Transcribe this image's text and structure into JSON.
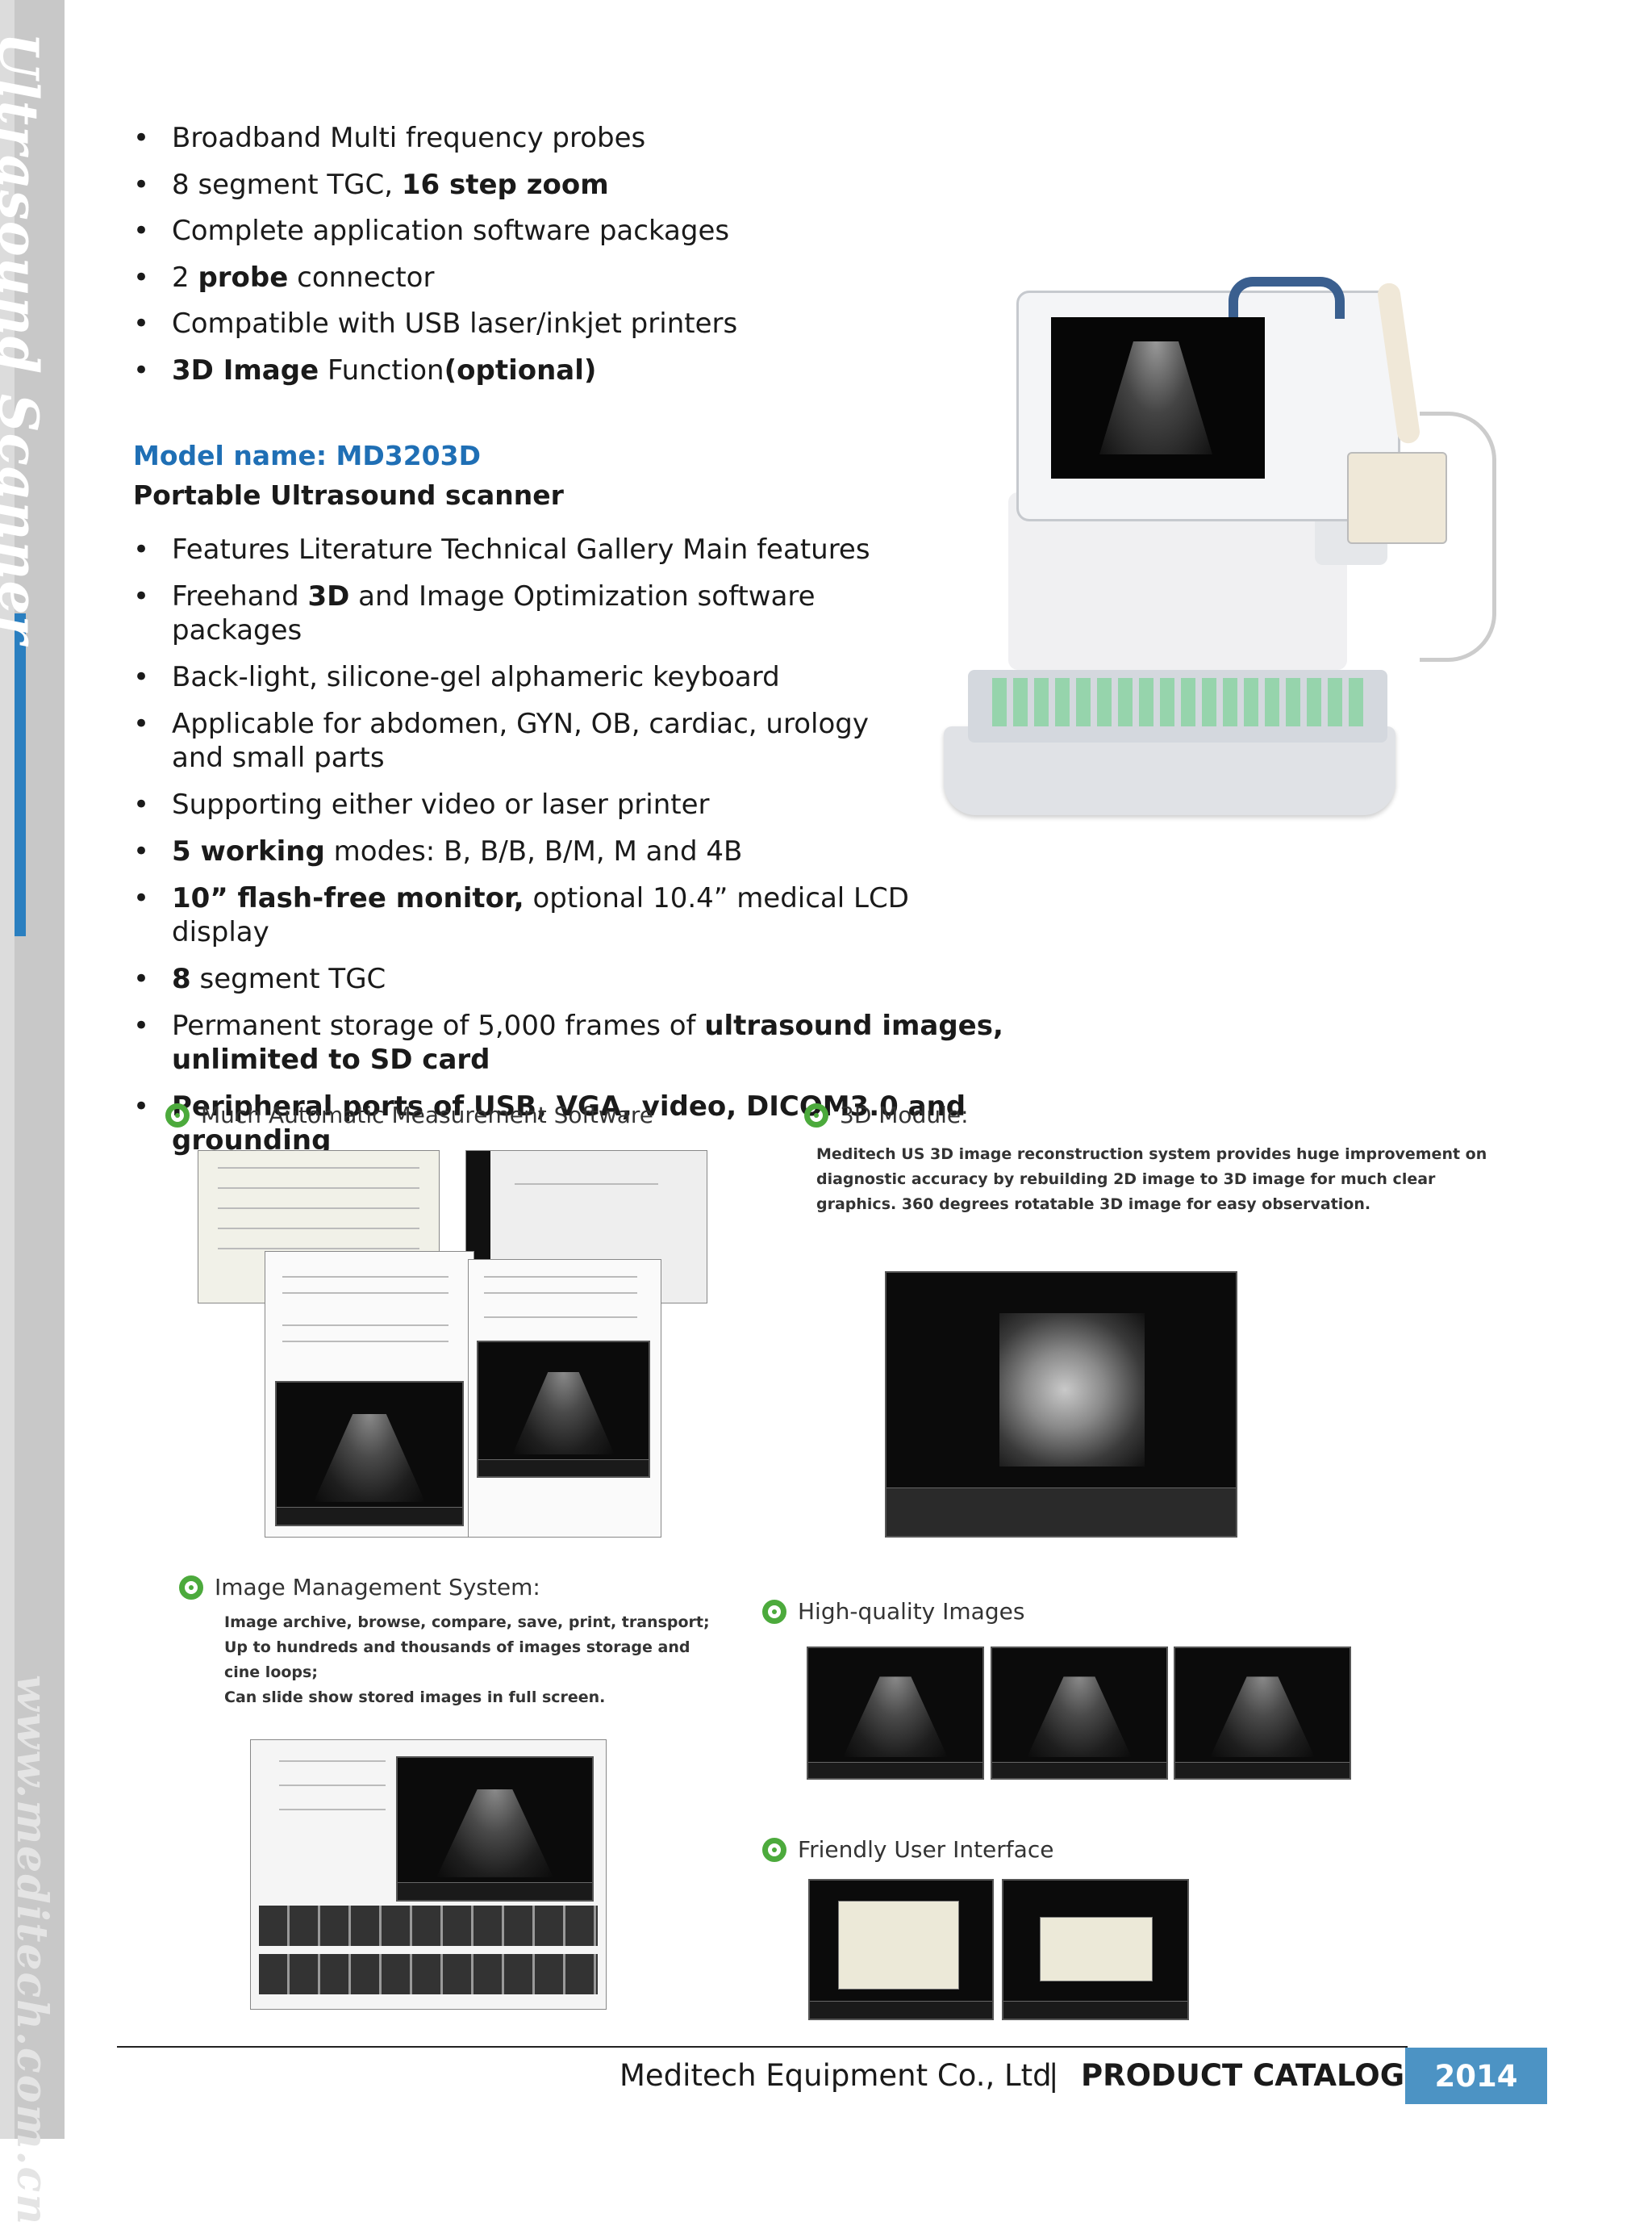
{
  "sidebar": {
    "title": "Ultrasound Scanner",
    "url": "www.meditech.com.cn"
  },
  "features_top": [
    {
      "segments": [
        {
          "text": "Broadband Multi frequency probes",
          "bold": false
        }
      ]
    },
    {
      "segments": [
        {
          "text": "8 segment TGC, ",
          "bold": false
        },
        {
          "text": "16 step zoom",
          "bold": true
        }
      ]
    },
    {
      "segments": [
        {
          "text": "Complete application software packages",
          "bold": false
        }
      ]
    },
    {
      "segments": [
        {
          "text": "2 ",
          "bold": false
        },
        {
          "text": "probe",
          "bold": true
        },
        {
          "text": " connector",
          "bold": false
        }
      ]
    },
    {
      "segments": [
        {
          "text": "Compatible with USB laser/inkjet printers",
          "bold": false
        }
      ]
    },
    {
      "segments": [
        {
          "text": "3D Image",
          "bold": true
        },
        {
          "text": " Function",
          "bold": false
        },
        {
          "text": "(optional)",
          "bold": true
        }
      ]
    }
  ],
  "model": {
    "name": "Model name: MD3203D",
    "subtitle": "Portable Ultrasound scanner"
  },
  "features_main": [
    {
      "segments": [
        {
          "text": "Features Literature Technical Gallery Main features",
          "bold": false
        }
      ]
    },
    {
      "segments": [
        {
          "text": "Freehand ",
          "bold": false
        },
        {
          "text": "3D",
          "bold": true
        },
        {
          "text": " and Image Optimization software",
          "bold": false
        },
        {
          "text": "packages",
          "bold": false,
          "br": true
        }
      ]
    },
    {
      "segments": [
        {
          "text": "Back-light, silicone-gel alphameric keyboard",
          "bold": false
        }
      ]
    },
    {
      "segments": [
        {
          "text": "Applicable for abdomen, GYN, OB, cardiac, urology",
          "bold": false
        },
        {
          "text": "and small parts",
          "bold": false,
          "br": true
        }
      ]
    },
    {
      "segments": [
        {
          "text": "Supporting either video or laser printer",
          "bold": false
        }
      ]
    },
    {
      "segments": [
        {
          "text": "5 working",
          "bold": true
        },
        {
          "text": " modes: B, B/B, B/M, M and 4B",
          "bold": false
        }
      ]
    },
    {
      "segments": [
        {
          "text": "10” flash-free monitor,",
          "bold": true
        },
        {
          "text": " optional 10.4” medical LCD",
          "bold": false
        },
        {
          "text": "display",
          "bold": false,
          "br": true
        }
      ]
    },
    {
      "segments": [
        {
          "text": "8",
          "bold": true
        },
        {
          "text": " segment TGC",
          "bold": false
        }
      ]
    },
    {
      "segments": [
        {
          "text": "Permanent storage of 5,000 frames of ",
          "bold": false
        },
        {
          "text": "ultrasound images, unlimited to SD card",
          "bold": true
        }
      ]
    },
    {
      "segments": [
        {
          "text": "Peripheral ports of USB, VGA, video, DICOM3.0 and grounding",
          "bold": true
        }
      ]
    }
  ],
  "sections": {
    "measurement": {
      "title": "Much Automatic Measurement Software"
    },
    "module3d": {
      "title": "3D Module:",
      "desc": "Meditech US 3D image reconstruction system provides huge improvement on\n    diagnostic accuracy by rebuilding 2D image to 3D image for much clear\n    graphics. 360 degrees rotatable 3D image for easy observation."
    },
    "ims": {
      "title": "Image Management System:",
      "desc": "Image archive, browse, compare, save, print, transport;\nUp to hundreds and thousands of images storage and\ncine loops;\nCan slide show stored images in full screen."
    },
    "hq": {
      "title": "High-quality Images"
    },
    "ui": {
      "title": "Friendly User Interface"
    }
  },
  "footer": {
    "company": "Meditech Equipment Co., Ltd",
    "separator": "|",
    "catalog": "PRODUCT  CATALOGE",
    "year": "2014"
  },
  "colors": {
    "accent_blue": "#1f6fb5",
    "sidebar_gray": "#c8c8c8",
    "sidebar_blue": "#2a7fc0",
    "ring_green": "#4caa3c",
    "year_bg": "#4c93c4"
  }
}
